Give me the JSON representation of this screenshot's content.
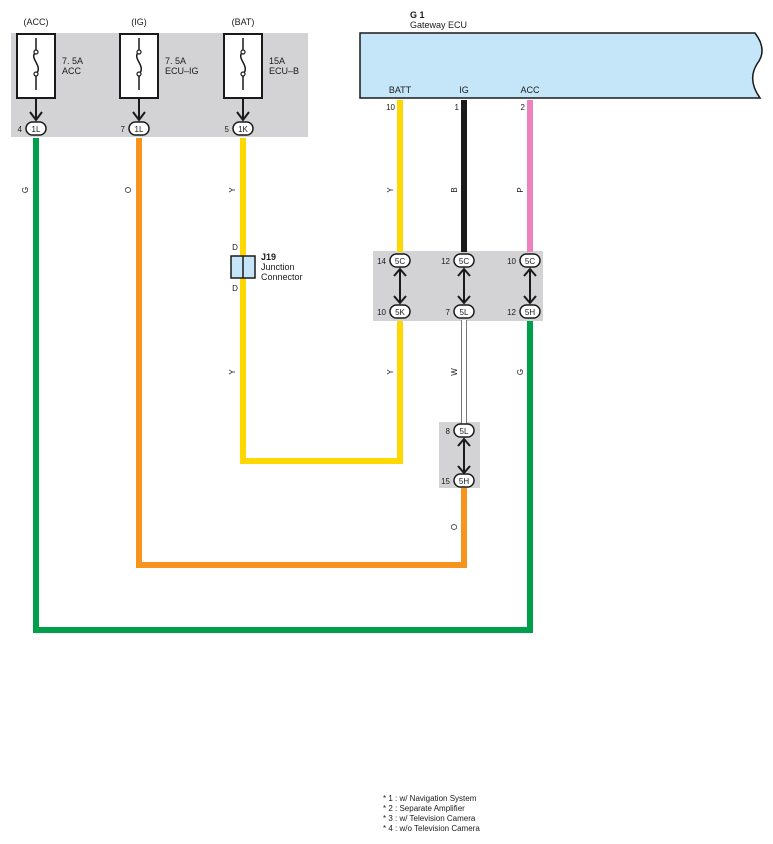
{
  "fuses": [
    {
      "group": "(ACC)",
      "rating": "7. 5A",
      "name": "ACC",
      "pin": "4",
      "conn": "1L",
      "wire_label": "G"
    },
    {
      "group": "(IG)",
      "rating": "7. 5A",
      "name": "ECU–IG",
      "pin": "7",
      "conn": "1L",
      "wire_label": "O"
    },
    {
      "group": "(BAT)",
      "rating": "15A",
      "name": "ECU–B",
      "pin": "5",
      "conn": "1K",
      "wire_label": "Y"
    }
  ],
  "ecu": {
    "code": "G 1",
    "name": "Gateway ECU",
    "terminals": [
      {
        "name": "BATT",
        "pin": "10",
        "wire_label": "Y"
      },
      {
        "name": "IG",
        "pin": "1",
        "wire_label": "B"
      },
      {
        "name": "ACC",
        "pin": "2",
        "wire_label": "P"
      }
    ]
  },
  "junction": {
    "code": "J19",
    "line1": "Junction",
    "line2": "Connector",
    "pin_top": "D",
    "pin_bottom": "D",
    "wire_label_below": "Y"
  },
  "junction_block_1": {
    "top": [
      {
        "pin": "14",
        "conn": "5C"
      },
      {
        "pin": "12",
        "conn": "5C"
      },
      {
        "pin": "10",
        "conn": "5C"
      }
    ],
    "bottom": [
      {
        "pin": "10",
        "conn": "5K",
        "wire_label": "Y"
      },
      {
        "pin": "7",
        "conn": "5L",
        "wire_label": "W"
      },
      {
        "pin": "12",
        "conn": "5H",
        "wire_label": "G"
      }
    ]
  },
  "junction_block_2": {
    "top": {
      "pin": "8",
      "conn": "5L"
    },
    "bottom": {
      "pin": "15",
      "conn": "5H",
      "wire_label": "O"
    }
  },
  "notes": [
    "* 1 : w/ Navigation System",
    "* 2 : Separate Amplifier",
    "* 3 : w/ Television Camera",
    "* 4 : w/o Television Camera"
  ],
  "colors": {
    "green": "#00a04a",
    "orange": "#f7941d",
    "yellow": "#ffd800",
    "black": "#1a1a1a",
    "pink": "#ee82bf",
    "white_wire": "#ffffff",
    "panel_gray": "#d3d3d5",
    "ecu_fill": "#c5e6f8",
    "junction_fill": "#c5e6f8"
  }
}
